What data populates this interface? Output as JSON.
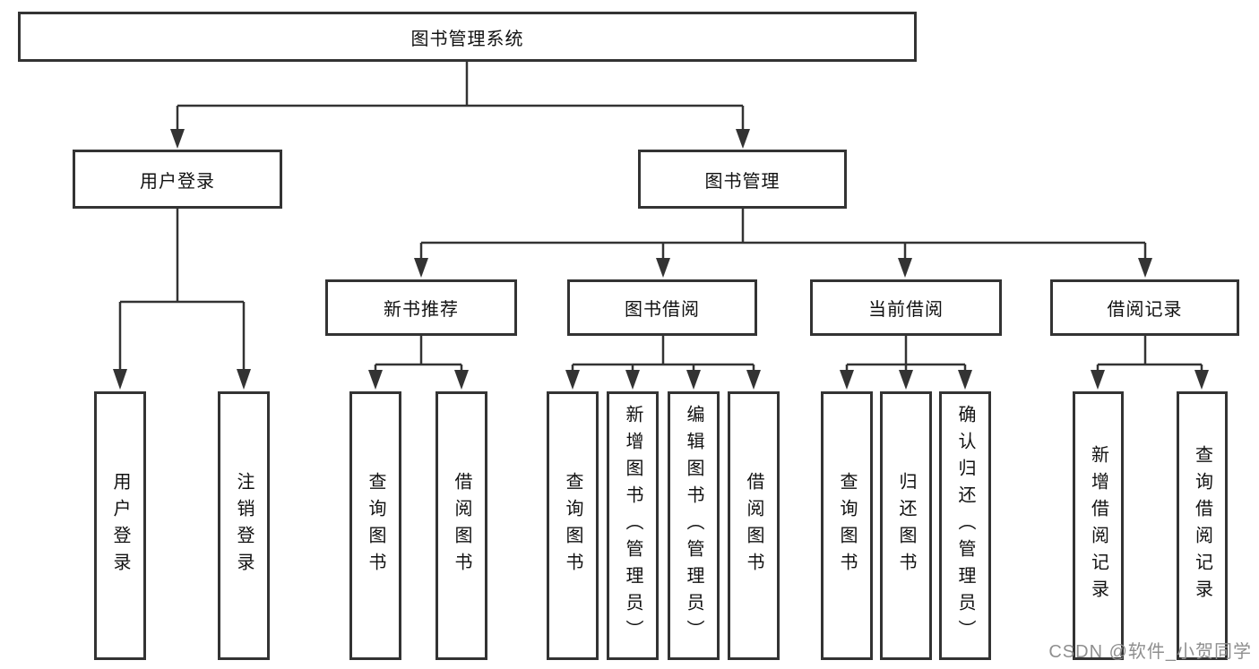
{
  "diagram": {
    "tree": {
      "label": "图书管理系统",
      "children": [
        {
          "label": "用户登录",
          "children": [
            {
              "label": "用户登录"
            },
            {
              "label": "注销登录"
            }
          ]
        },
        {
          "label": "图书管理",
          "children": [
            {
              "label": "新书推荐",
              "children": [
                {
                  "label": "查询图书"
                },
                {
                  "label": "借阅图书"
                }
              ]
            },
            {
              "label": "图书借阅",
              "children": [
                {
                  "label": "查询图书"
                },
                {
                  "label": "新增图书（管理员）"
                },
                {
                  "label": "编辑图书（管理员）"
                },
                {
                  "label": "借阅图书"
                }
              ]
            },
            {
              "label": "当前借阅",
              "children": [
                {
                  "label": "查询图书"
                },
                {
                  "label": "归还图书"
                },
                {
                  "label": "确认归还（管理员）"
                }
              ]
            },
            {
              "label": "借阅记录",
              "children": [
                {
                  "label": "新增借阅记录"
                },
                {
                  "label": "查询借阅记录"
                }
              ]
            }
          ]
        }
      ]
    },
    "colors": {
      "box_border": "#333333",
      "connector": "#333333",
      "text": "#111111",
      "background": "#ffffff",
      "watermark_text": "#8f8f8f"
    }
  },
  "watermark": {
    "text": "CSDN @软件_小贺同学"
  }
}
